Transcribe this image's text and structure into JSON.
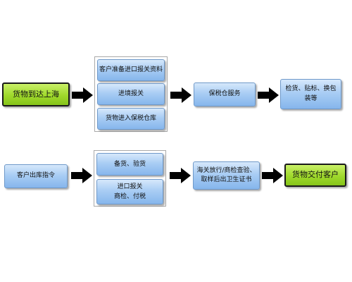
{
  "row1": {
    "start": "货物到达上海",
    "group": [
      {
        "lines": [
          "客户准备进口报关资料"
        ]
      },
      {
        "lines": [
          "进境报关"
        ]
      },
      {
        "lines": [
          "货物进入保税仓库"
        ]
      }
    ],
    "service": "保税仓服务",
    "final": [
      "检货、贴标、换包",
      "装等"
    ]
  },
  "row2": {
    "start": "客户出库指令",
    "group": [
      {
        "lines": [
          "备货、验货"
        ]
      },
      {
        "lines": [
          "进口报关",
          "商检、付税"
        ]
      }
    ],
    "inspection": [
      "海关放行/商检查验、",
      "取样后出卫生证书"
    ],
    "end": "货物交付客户"
  },
  "colors": {
    "process_fill": "#a9cdf4",
    "process_border": "#6f99c9",
    "terminal_fill": "#9fd92b",
    "arrow": "#000000"
  }
}
